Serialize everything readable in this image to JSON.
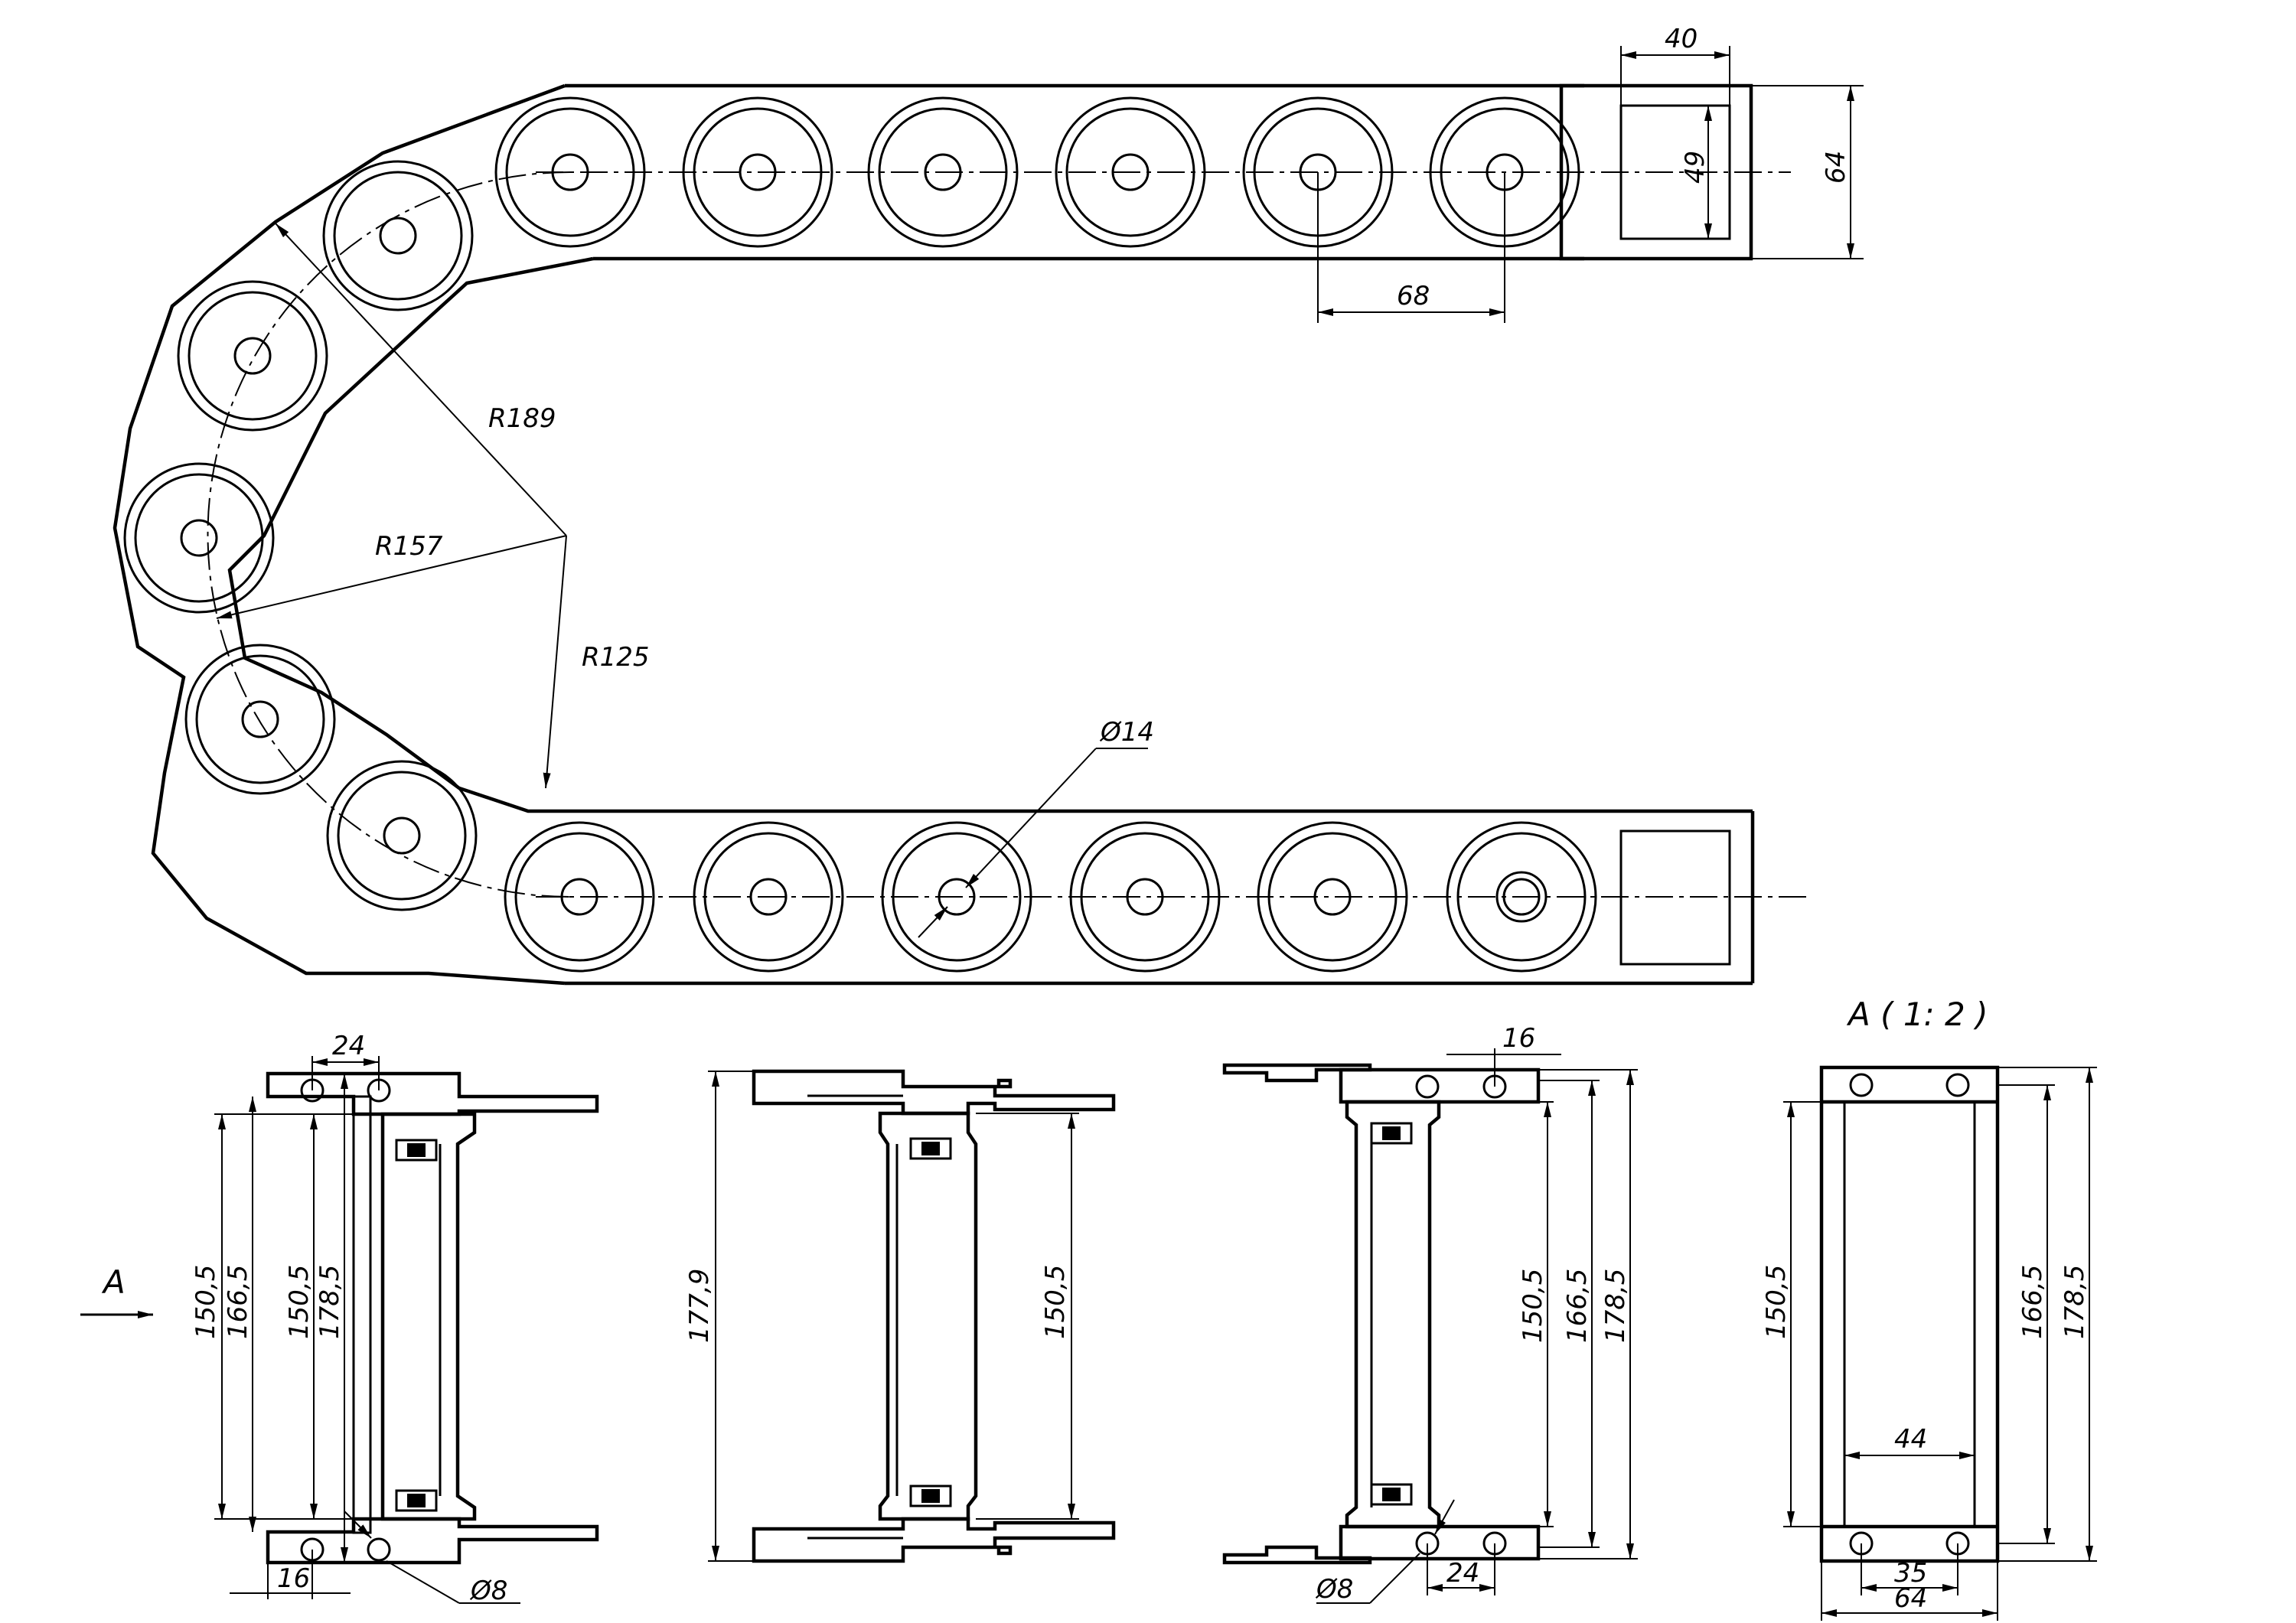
{
  "top_view": {
    "dims": {
      "top_width": "40",
      "top_inner_height": "49",
      "top_outer_height": "64",
      "pitch": "68",
      "r_outer": "R189",
      "r_mid": "R157",
      "r_inner": "R125",
      "pin_diameter": "Ø14"
    }
  },
  "front_view": {
    "dims": {
      "top_spacing": "24",
      "d1": "150,5",
      "d2": "166,5",
      "d3": "150,5",
      "d4": "178,5",
      "bottom_spacing": "16",
      "hole": "Ø8"
    },
    "arrow_label": "A"
  },
  "middle_view": {
    "dims": {
      "d1": "177,9",
      "d2": "150,5"
    }
  },
  "side_view": {
    "dims": {
      "top_spacing": "16",
      "d1": "150,5",
      "d2": "166,5",
      "d3": "178,5",
      "bottom_spacing": "24",
      "hole": "Ø8"
    }
  },
  "section_view": {
    "title": "A ( 1: 2 )",
    "dims": {
      "d1": "150,5",
      "d2": "166,5",
      "d3": "178,5",
      "inner_width": "44",
      "hole_spacing": "35",
      "outer_width": "64"
    }
  }
}
